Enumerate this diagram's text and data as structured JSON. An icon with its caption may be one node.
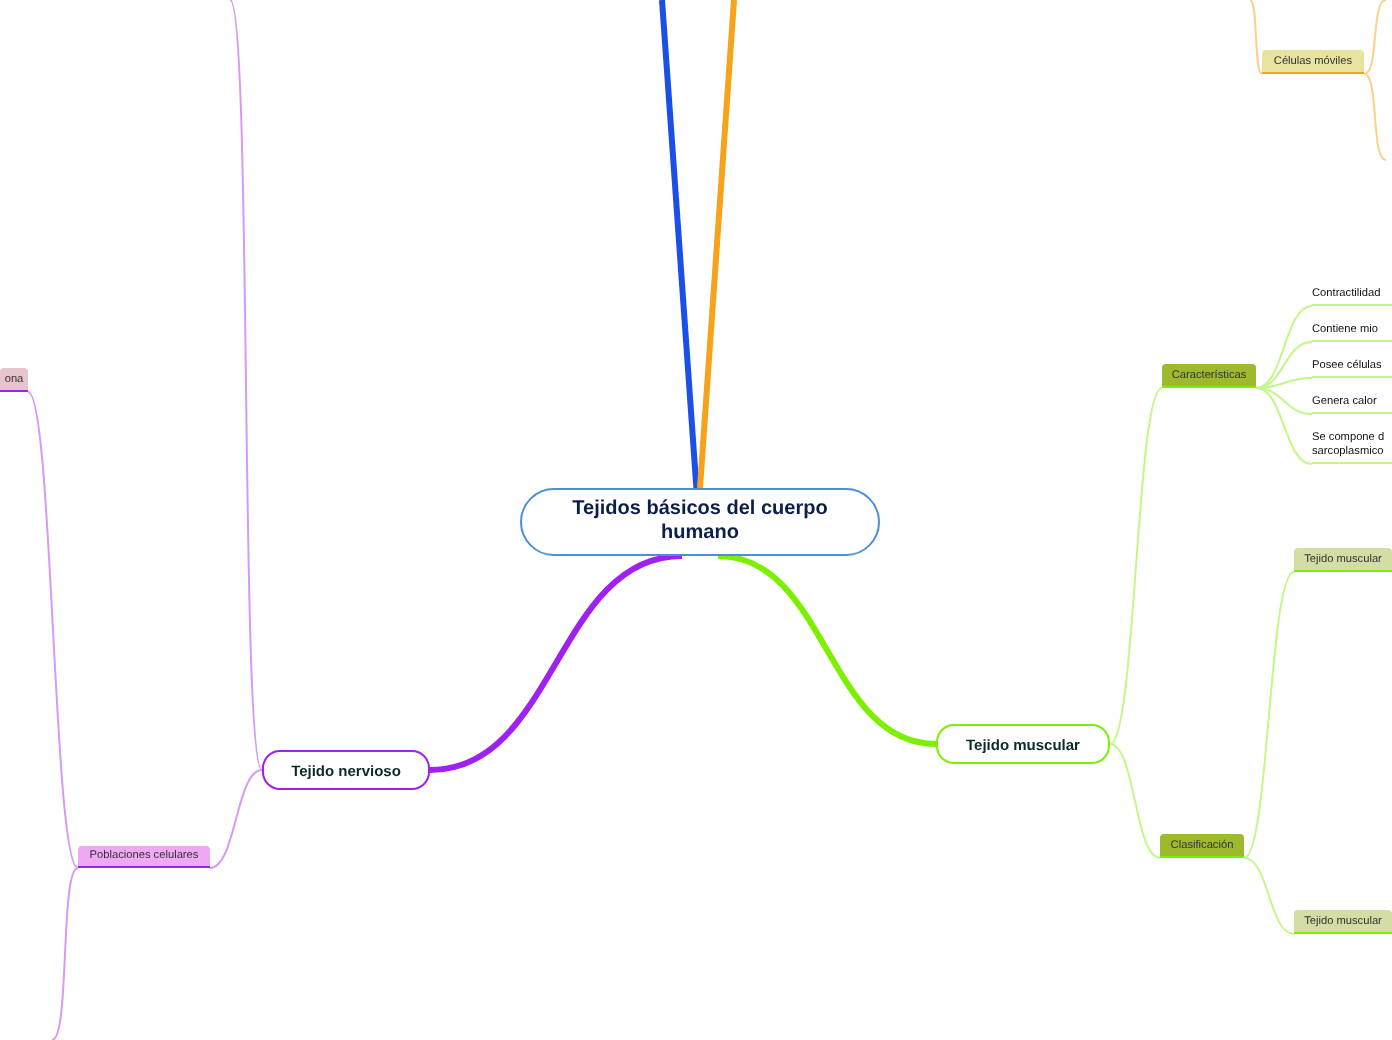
{
  "diagram": {
    "nodes": [
      {
        "text": [
          "Tejidos básicos del cuerpo humano"
        ]
      },
      {
        "text": [
          "Tejido nervioso"
        ]
      },
      {
        "text": [
          "Tejido muscular"
        ]
      },
      {
        "text": [
          "Células móviles"
        ]
      },
      {
        "text": [
          "Características"
        ]
      },
      {
        "text": [
          "Contractilidad"
        ]
      },
      {
        "text": [
          "Contiene mio"
        ]
      },
      {
        "text": [
          "Posee células"
        ]
      },
      {
        "text": [
          "Genera calor"
        ]
      },
      {
        "text": [
          "Se compone d sarcoplasmico"
        ]
      },
      {
        "text": [
          "Clasificación"
        ]
      },
      {
        "text": [
          "Tejido muscular"
        ]
      },
      {
        "text": [
          "Tejido muscular"
        ]
      },
      {
        "text": [
          "ona"
        ]
      },
      {
        "text": [
          "Poblaciones celulares"
        ]
      }
    ],
    "edges": [
      {
        "from": 0,
        "to": null,
        "arrow": "none",
        "style": "thick",
        "color": "#1a4fe8"
      },
      {
        "from": 0,
        "to": null,
        "arrow": "none",
        "style": "thick",
        "color": "#f7a21b"
      },
      {
        "from": 0,
        "to": 1,
        "arrow": "none",
        "style": "thick",
        "color": "#a020f0"
      },
      {
        "from": 0,
        "to": 2,
        "arrow": "none",
        "style": "thick",
        "color": "#7cf000"
      },
      {
        "from": 1,
        "to": null,
        "arrow": "none",
        "color": "#d69af5"
      },
      {
        "from": 1,
        "to": 14,
        "arrow": "none",
        "color": "#d69af5"
      },
      {
        "from": 14,
        "to": 13,
        "arrow": "none",
        "color": "#d69af5"
      },
      {
        "from": 14,
        "to": null,
        "arrow": "none",
        "color": "#d69af5"
      },
      {
        "from": 2,
        "to": 4,
        "arrow": "none",
        "color": "#c4f78a"
      },
      {
        "from": 2,
        "to": 10,
        "arrow": "none",
        "color": "#c4f78a"
      },
      {
        "from": 4,
        "to": 5,
        "arrow": "none",
        "color": "#c4f78a"
      },
      {
        "from": 4,
        "to": 6,
        "arrow": "none",
        "color": "#c4f78a"
      },
      {
        "from": 4,
        "to": 7,
        "arrow": "none",
        "color": "#c4f78a"
      },
      {
        "from": 4,
        "to": 8,
        "arrow": "none",
        "color": "#c4f78a"
      },
      {
        "from": 4,
        "to": 9,
        "arrow": "none",
        "color": "#c4f78a"
      },
      {
        "from": 10,
        "to": 11,
        "arrow": "none",
        "color": "#c4f78a"
      },
      {
        "from": 10,
        "to": 12,
        "arrow": "none",
        "color": "#c4f78a"
      },
      {
        "from": null,
        "to": 3,
        "arrow": "none",
        "color": "#fcd08a"
      },
      {
        "from": 3,
        "to": null,
        "arrow": "none",
        "color": "#fcd08a"
      },
      {
        "from": 3,
        "to": null,
        "arrow": "none",
        "color": "#fcd08a"
      }
    ]
  }
}
